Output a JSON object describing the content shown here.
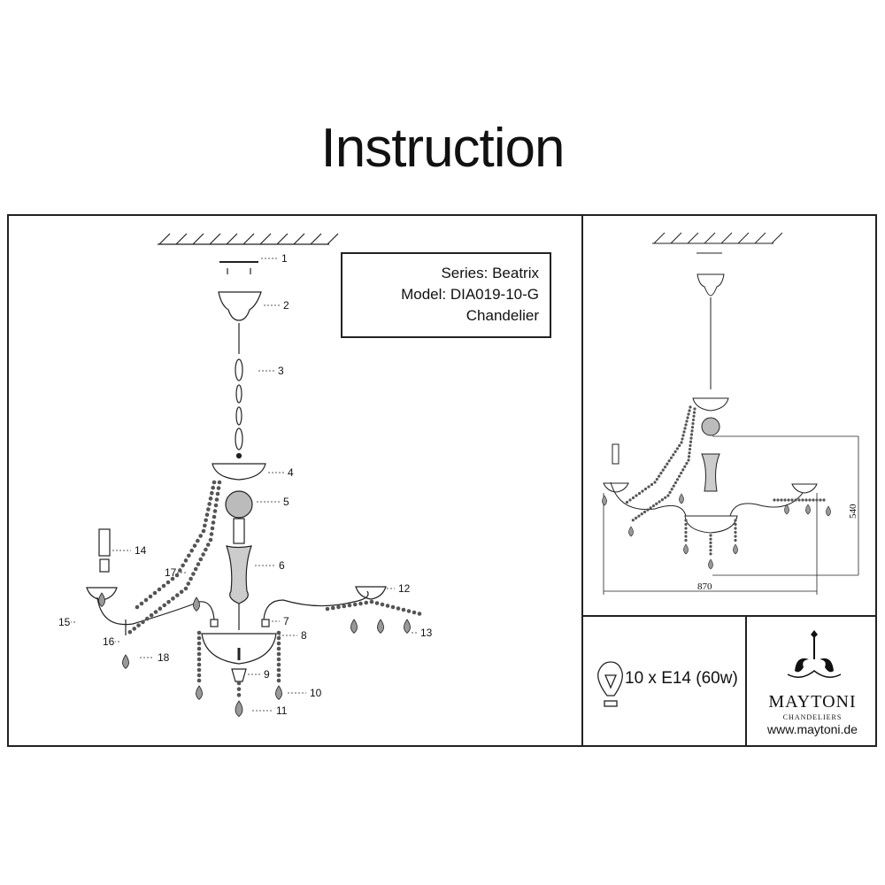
{
  "title": "Instruction",
  "info": {
    "series": "Series: Beatrix",
    "model": "Model: DIA019-10-G",
    "type": "Chandelier"
  },
  "part_labels": [
    "1",
    "2",
    "3",
    "4",
    "5",
    "6",
    "7",
    "8",
    "9",
    "10",
    "11",
    "12",
    "13",
    "14",
    "15",
    "16",
    "17",
    "18"
  ],
  "dimensions": {
    "width": "870",
    "height": "540"
  },
  "lamp": {
    "icon": "light-bulb-icon",
    "spec": "10 x E14 (60w)"
  },
  "brand": {
    "name": "MAYTONI",
    "subtitle": "CHANDELIERS",
    "url": "www.maytoni.de"
  }
}
